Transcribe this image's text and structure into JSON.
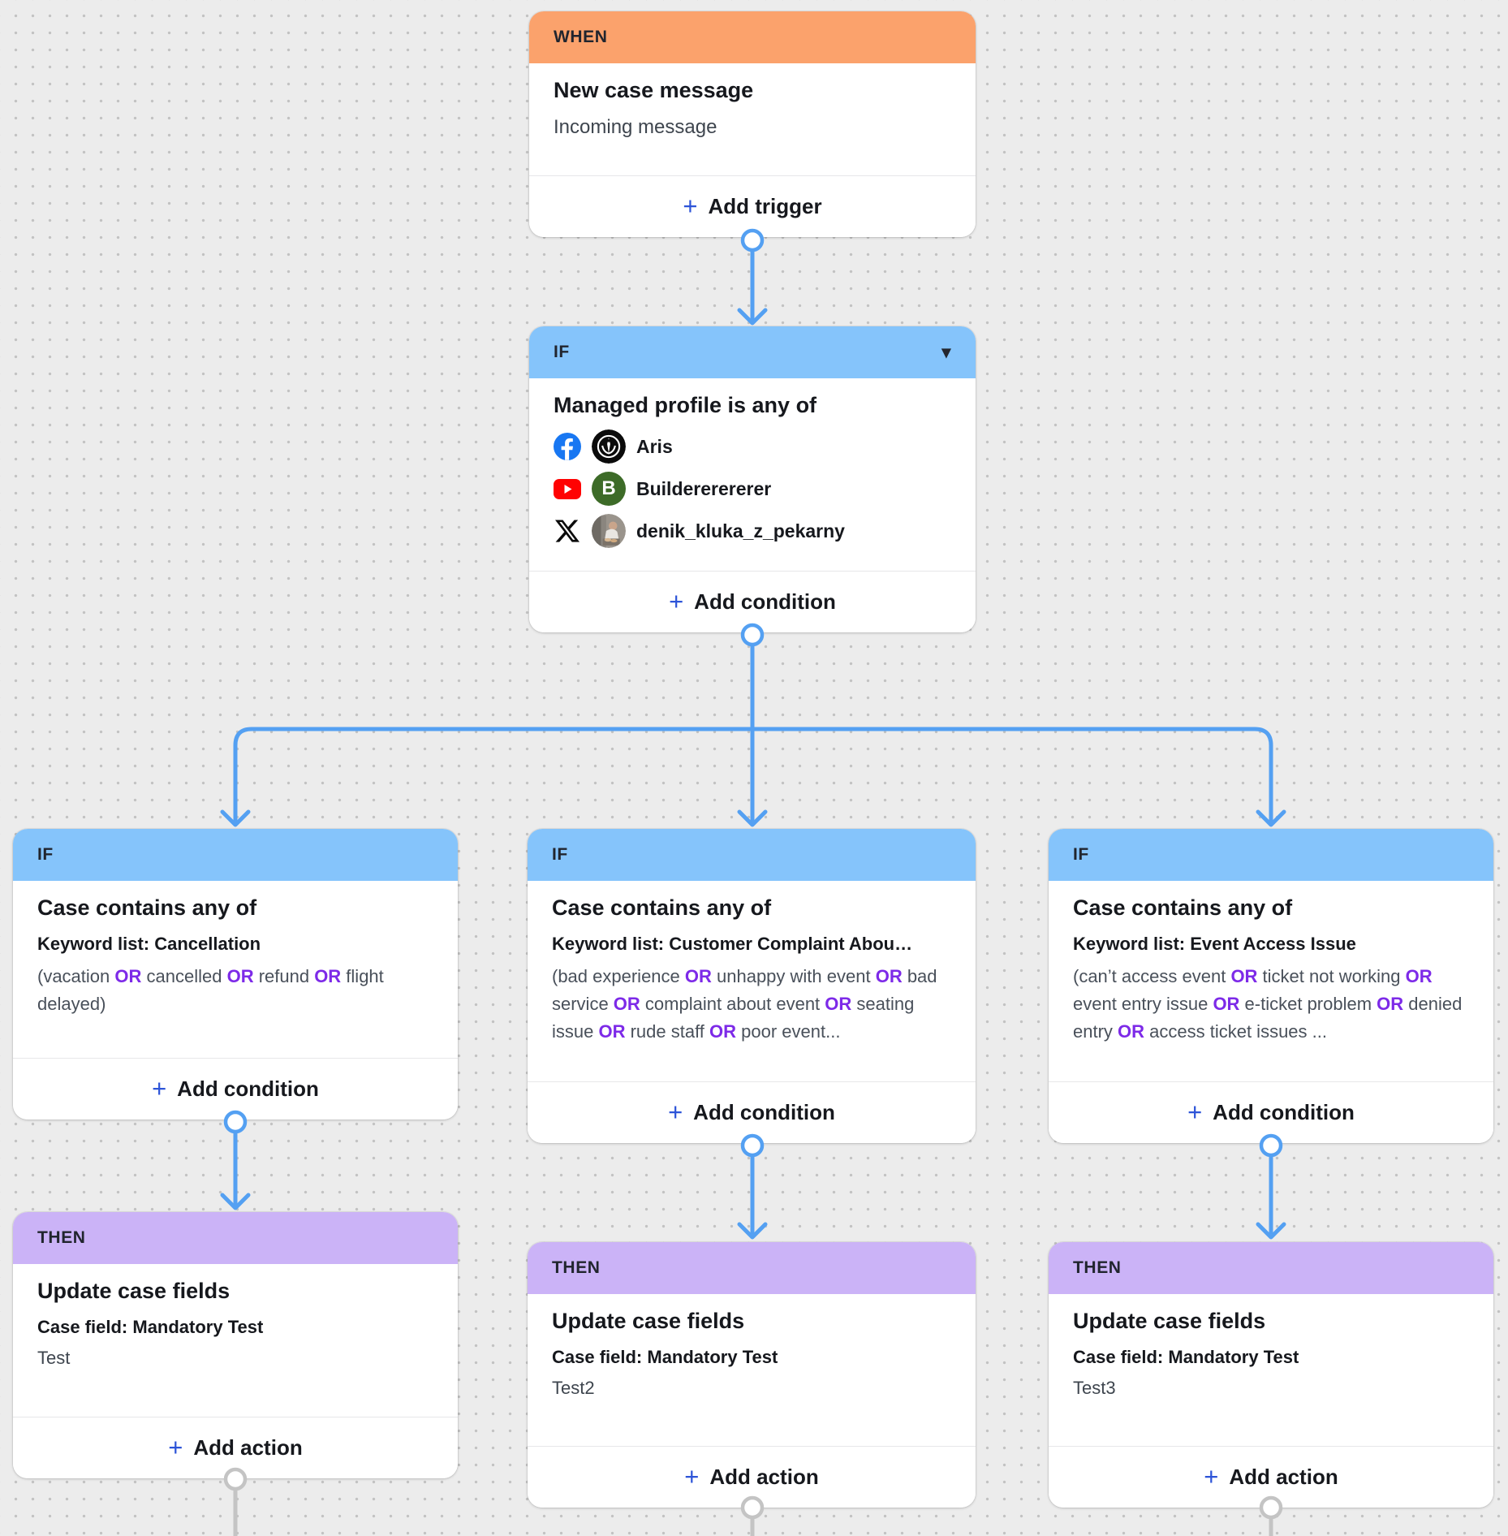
{
  "colors": {
    "when": "#FBA26C",
    "if": "#85C4FB",
    "then": "#CBB3F7",
    "connector": "#54A0F2",
    "connector_end": "#C4C4C4",
    "or": "#7D2AE8",
    "plus": "#2D54D8",
    "facebook": "#1877F2",
    "youtube": "#FF0202",
    "avatar_green": "#3D6B28"
  },
  "icons": {
    "plus": "+",
    "caret_down": "▾"
  },
  "when": {
    "header": "WHEN",
    "title": "New case message",
    "subtitle": "Incoming message",
    "add_label": "Add trigger"
  },
  "main_if": {
    "header": "IF",
    "title": "Managed profile is any of",
    "add_label": "Add condition",
    "profiles": [
      {
        "network": "facebook",
        "name": "Aris"
      },
      {
        "network": "youtube",
        "name": "Buildererererer",
        "avatar_letter": "B"
      },
      {
        "network": "x",
        "name": "denik_kluka_z_pekarny"
      }
    ]
  },
  "branches": [
    {
      "if": {
        "header": "IF",
        "title": "Case contains any of",
        "keyword_label": "Keyword list: Cancellation",
        "keywords": [
          {
            "t": "(vacation "
          },
          {
            "t": "OR",
            "hl": true
          },
          {
            "t": " cancelled "
          },
          {
            "t": "OR",
            "hl": true
          },
          {
            "t": " refund "
          },
          {
            "t": "OR",
            "hl": true
          },
          {
            "t": " flight delayed)"
          }
        ],
        "add_label": "Add condition"
      },
      "then": {
        "header": "THEN",
        "title": "Update case fields",
        "field_label": "Case field: Mandatory Test",
        "value": "Test",
        "add_label": "Add action"
      }
    },
    {
      "if": {
        "header": "IF",
        "title": "Case contains any of",
        "keyword_label": "Keyword list: Customer Complaint Abou…",
        "keywords": [
          {
            "t": "(bad experience "
          },
          {
            "t": "OR",
            "hl": true
          },
          {
            "t": " unhappy with event "
          },
          {
            "t": "OR",
            "hl": true
          },
          {
            "t": " bad service "
          },
          {
            "t": "OR",
            "hl": true
          },
          {
            "t": " complaint about event "
          },
          {
            "t": "OR",
            "hl": true
          },
          {
            "t": " seating issue "
          },
          {
            "t": "OR",
            "hl": true
          },
          {
            "t": " rude staff "
          },
          {
            "t": "OR",
            "hl": true
          },
          {
            "t": " poor event..."
          }
        ],
        "add_label": "Add condition"
      },
      "then": {
        "header": "THEN",
        "title": "Update case fields",
        "field_label": "Case field: Mandatory Test",
        "value": "Test2",
        "add_label": "Add action"
      }
    },
    {
      "if": {
        "header": "IF",
        "title": "Case contains any of",
        "keyword_label": "Keyword list: Event Access Issue",
        "keywords": [
          {
            "t": "(can’t access event "
          },
          {
            "t": "OR",
            "hl": true
          },
          {
            "t": " ticket not working "
          },
          {
            "t": "OR",
            "hl": true
          },
          {
            "t": " event entry issue "
          },
          {
            "t": "OR",
            "hl": true
          },
          {
            "t": " e-ticket problem "
          },
          {
            "t": "OR",
            "hl": true
          },
          {
            "t": " denied entry "
          },
          {
            "t": "OR",
            "hl": true
          },
          {
            "t": " access ticket issues ..."
          }
        ],
        "add_label": "Add condition"
      },
      "then": {
        "header": "THEN",
        "title": "Update case fields",
        "field_label": "Case field: Mandatory Test",
        "value": "Test3",
        "add_label": "Add action"
      }
    }
  ]
}
